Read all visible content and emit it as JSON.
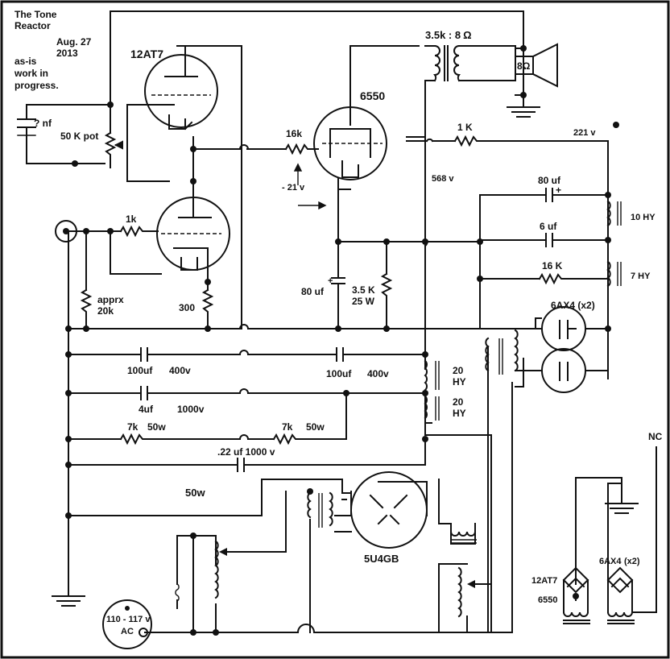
{
  "title": {
    "line1": "The Tone",
    "line2": "Reactor",
    "date1": "Aug. 27",
    "date2": "2013",
    "note1": "as-is",
    "note2": "work in",
    "note3": "progress."
  },
  "labels": {
    "tube_12at7": "12AT7",
    "tube_6550": "6550",
    "output_transformer": "3.5k : 8",
    "ohm_symbol": "Ω",
    "speaker": "8",
    "cap_input": "? nf",
    "pot_50k": "50 K pot",
    "r_1k_input": "1k",
    "r_apprx_line1": "apprx",
    "r_apprx_line2": "20k",
    "r_300": "300",
    "r_16k_grid": "16k",
    "bias_voltage": "- 21 v",
    "voltage_568": "568 v",
    "r_1k_screen": "1 K",
    "voltage_221": "221 v",
    "cap_80uf_top": "80 uf",
    "cap_6uf": "6 uf",
    "r_16k_filter": "16 K",
    "choke_10hy": "10 HY",
    "choke_7hy": "7 HY",
    "cap_80uf_cathode": "80 uf",
    "r_cathode_line1": "3.5 K",
    "r_cathode_line2": "25 W",
    "rectifier_6ax4": "6AX4  (x2)",
    "cap_100uf_left": "100uf",
    "cap_100uf_left_v": "400v",
    "cap_100uf_right": "100uf",
    "cap_100uf_right_v": "400v",
    "choke_20hy_1a": "20",
    "choke_20hy_1b": "HY",
    "choke_20hy_2a": "20",
    "choke_20hy_2b": "HY",
    "cap_4uf": "4uf",
    "cap_4uf_v": "1000v",
    "r_7k_left": "7k",
    "r_7k_left_w": "50w",
    "r_7k_right": "7k",
    "r_7k_right_w": "50w",
    "cap_22uf": ".22 uf 1000 v",
    "label_50w": "50w",
    "rectifier_5u4gb": "5U4GB",
    "nc": "NC",
    "heater_12at7": "12AT7",
    "heater_6550": "6550",
    "heater_6ax4": "6AX4",
    "heater_6ax4_count": "(x2)",
    "mains_line1": "110 - 117 v",
    "mains_line2": "AC"
  }
}
